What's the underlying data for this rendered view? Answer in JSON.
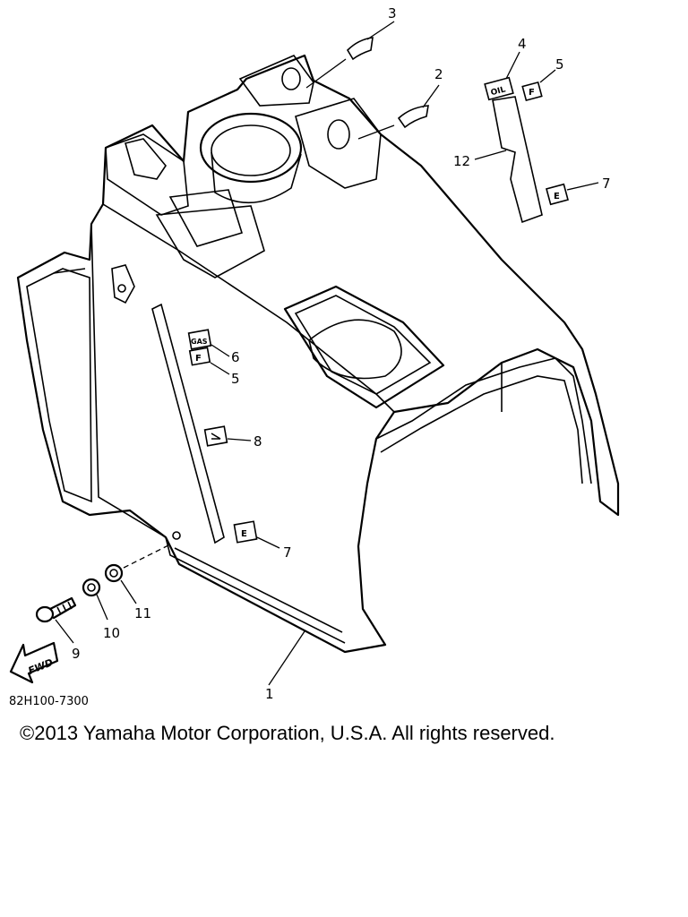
{
  "diagram": {
    "code": "82H100-7300",
    "copyright": "©2013 Yamaha Motor Corporation, U.S.A. All rights reserved."
  },
  "callouts": {
    "c1": "1",
    "c2": "2",
    "c3": "3",
    "c4": "4",
    "c5a": "5",
    "c5b": "5",
    "c6": "6",
    "c7a": "7",
    "c7b": "7",
    "c8": "8",
    "c9": "9",
    "c10": "10",
    "c11": "11",
    "c12": "12"
  },
  "decals": {
    "oil": "OIL",
    "gas": "GAS",
    "full_a": "F",
    "full_b": "F",
    "empty_a": "E",
    "empty_b": "E",
    "fwd": "FWD"
  }
}
